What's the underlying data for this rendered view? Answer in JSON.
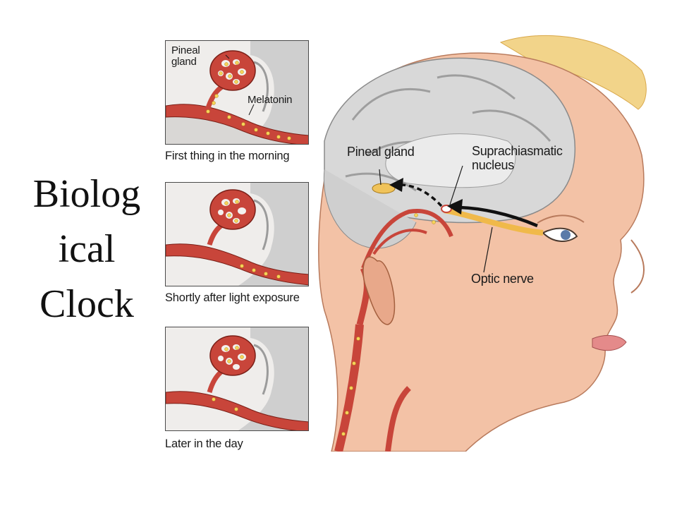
{
  "slide": {
    "title": "Biolog\nical\nClock"
  },
  "panels": [
    {
      "caption": "First thing in the morning",
      "labels": {
        "pineal": "Pineal\ngland",
        "melatonin": "Melatonin"
      },
      "melatonin_level": "high"
    },
    {
      "caption": "Shortly after light exposure",
      "melatonin_level": "medium"
    },
    {
      "caption": "Later in the day",
      "melatonin_level": "low"
    }
  ],
  "head": {
    "labels": {
      "pineal_gland": "Pineal gland",
      "scn": "Suprachiasmatic\nnucleus",
      "optic_nerve": "Optic nerve"
    }
  },
  "colors": {
    "vessel": "#c8453a",
    "melatonin_dot": "#f5d35a",
    "skin": "#f3c2a6",
    "hair": "#f2d48a",
    "brain": "#d8d8d8",
    "optic_nerve": "#f0b94a"
  },
  "icons": [
    "dashed-arrow-icon",
    "solid-arrow-icon"
  ]
}
